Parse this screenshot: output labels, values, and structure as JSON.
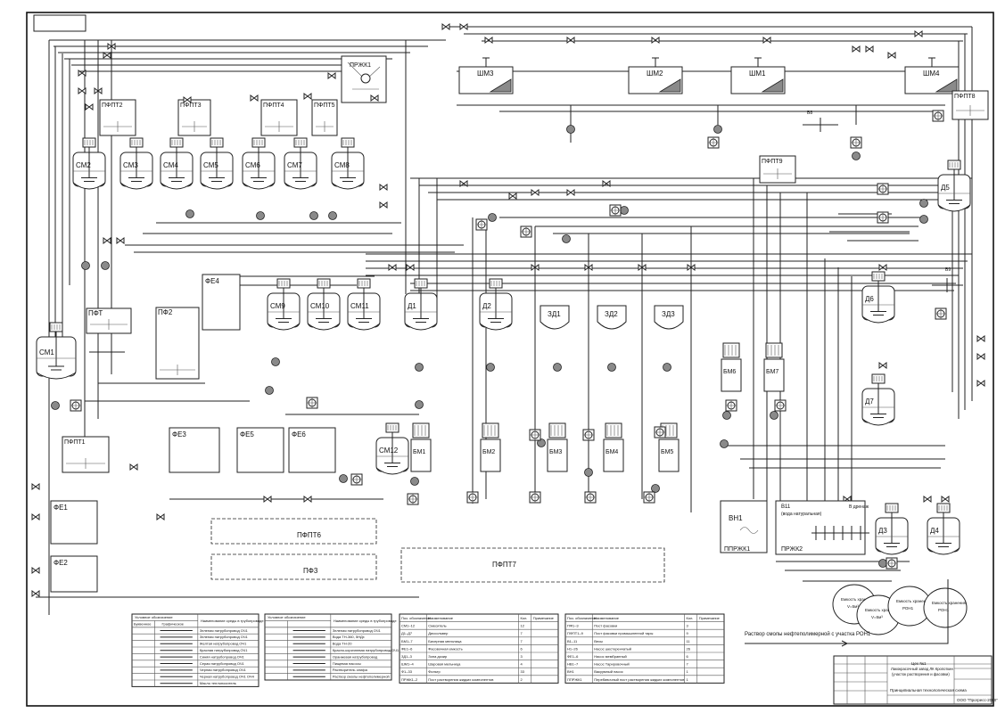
{
  "reactors": [
    {
      "id": "CM2",
      "label": "СМ2"
    },
    {
      "id": "CM3",
      "label": "СМ3"
    },
    {
      "id": "CM4",
      "label": "СМ4"
    },
    {
      "id": "CM5",
      "label": "СМ5"
    },
    {
      "id": "CM6",
      "label": "СМ6"
    },
    {
      "id": "CM7",
      "label": "СМ7"
    },
    {
      "id": "CM8",
      "label": "СМ8"
    },
    {
      "id": "CM9",
      "label": "СМ9"
    },
    {
      "id": "CM10",
      "label": "СМ10"
    },
    {
      "id": "CM11",
      "label": "СМ11"
    },
    {
      "id": "D1",
      "label": "Д1"
    },
    {
      "id": "D2",
      "label": "Д2"
    },
    {
      "id": "CM1",
      "label": "СМ1"
    },
    {
      "id": "CM12",
      "label": "СМ12"
    },
    {
      "id": "D6",
      "label": "Д6"
    },
    {
      "id": "D7",
      "label": "Д7"
    },
    {
      "id": "D3",
      "label": "Д3"
    },
    {
      "id": "D4",
      "label": "Д4"
    },
    {
      "id": "D5",
      "label": "Д5"
    }
  ],
  "bead_mills": [
    {
      "id": "SHM3",
      "label": "ШМ3"
    },
    {
      "id": "SHM2",
      "label": "ШМ2"
    },
    {
      "id": "SHM1",
      "label": "ШМ1"
    },
    {
      "id": "SHM4",
      "label": "ШМ4"
    }
  ],
  "mills": [
    {
      "id": "BM1",
      "label": "БМ1"
    },
    {
      "id": "BM2",
      "label": "БМ2"
    },
    {
      "id": "BM3",
      "label": "БМ3"
    },
    {
      "id": "BM4",
      "label": "БМ4"
    },
    {
      "id": "BM5",
      "label": "БМ5"
    },
    {
      "id": "BM6",
      "label": "БМ6"
    },
    {
      "id": "BM7",
      "label": "БМ7"
    }
  ],
  "tanks": [
    {
      "id": "ZD1",
      "label": "ЗД1"
    },
    {
      "id": "ZD2",
      "label": "ЗД2"
    },
    {
      "id": "ZD3",
      "label": "ЗД3"
    }
  ],
  "platforms": [
    {
      "id": "PFPT2",
      "label": "ПФПТ2"
    },
    {
      "id": "PFPT3",
      "label": "ПФПТ3"
    },
    {
      "id": "PFPT4",
      "label": "ПФПТ4"
    },
    {
      "id": "PFPT5",
      "label": "ПФПТ5"
    },
    {
      "id": "PFPT9",
      "label": "ПФПТ9"
    },
    {
      "id": "PFPT8",
      "label": "ПФПТ8"
    },
    {
      "id": "PFPT1",
      "label": "ПФПТ1"
    },
    {
      "id": "PFT",
      "label": "ПФТ"
    },
    {
      "id": "PF2",
      "label": "ПФ2"
    },
    {
      "id": "PFPT6",
      "label": "ПФПТ6"
    },
    {
      "id": "PF3",
      "label": "ПФ3"
    },
    {
      "id": "PFPT7",
      "label": "ПФПТ7"
    }
  ],
  "containers": [
    {
      "id": "FE1",
      "label": "ФЕ1"
    },
    {
      "id": "FE2",
      "label": "ФЕ2"
    },
    {
      "id": "FE3",
      "label": "ФЕ3"
    },
    {
      "id": "FE4",
      "label": "ФЕ4"
    },
    {
      "id": "FE5",
      "label": "ФЕ5"
    },
    {
      "id": "FE6",
      "label": "ФЕ6"
    }
  ],
  "equipment": {
    "prjk1": "ПРЖК1",
    "prjk1_bot": "ППРЖК1",
    "prjk2": "ПРЖК2",
    "vn1": "ВН1",
    "v11": "В11",
    "v11_note": "(вода натуральная)",
    "v8": "В8",
    "v9": "В9",
    "drain": "В дренаж"
  },
  "storage_tanks": [
    {
      "label": "Емкость хранения",
      "sub": "V=5м³",
      "id": "1"
    },
    {
      "label": "Емкость хранения",
      "sub": "V=5м³",
      "id": "2"
    },
    {
      "label": "Емкость хранения",
      "sub": "РОН1",
      "id": "3"
    },
    {
      "label": "Емкость хранения",
      "sub": "РОН1",
      "id": "4"
    }
  ],
  "note": "Раствор смолы нефтеполимерной с участка РОН1",
  "legend1": {
    "headers": [
      "Условное обозначение",
      "Наименование среды в трубопроводе"
    ],
    "sub_headers": [
      "Буквенное",
      "Графическое"
    ],
    "rows": [
      "Зеленая натрубопровод ОЧ1",
      "Зеленая натрубопровод ОЧ1",
      "Желтая натрубопровод ОЧ1",
      "Красная натрубопровод ОЧ1",
      "Синяя натрубопровод ОЧ1",
      "Серая натрубопровод ОЧ1",
      "Черная натрубопровод ОЧ1",
      "Черная натрубопровод ОЧ1 ОЧ4",
      "Масло теплоноситель"
    ]
  },
  "legend2": {
    "headers": [
      "Условное обозначение",
      "Наименование среды в трубопроводе"
    ],
    "rows": [
      "Зеленая натрубопровод ОЧ1",
      "Вода ТН-360, 5НДх",
      "Вода ТН-20",
      "Красно-коричневая натрубопровод ОЧ1",
      "Оранжевая натрубопровод",
      "Пищевая насосы",
      "Растворитель олифа",
      "Раствор смолы нефтеполимерной"
    ]
  },
  "spec1": {
    "headers": [
      "Поз. обозначение",
      "Наименование",
      "Кол.",
      "Примечание"
    ],
    "rows": [
      [
        "СМ1–12",
        "Смеситель",
        "12",
        ""
      ],
      [
        "Д1–Д7",
        "Диссольвер",
        "7",
        ""
      ],
      [
        "БМ1–7",
        "Бисерная мельница",
        "7",
        ""
      ],
      [
        "ФЕ1–6",
        "Фасовочная емкость",
        "6",
        ""
      ],
      [
        "ЗД1–3",
        "Зона дозир",
        "3",
        ""
      ],
      [
        "ШМ1–4",
        "Шаровая мельница",
        "4",
        ""
      ],
      [
        "Ф1–33",
        "Фильтр",
        "33",
        ""
      ],
      [
        "ПРЖК1–2",
        "Пост растворения жидких компонентов",
        "2",
        ""
      ]
    ]
  },
  "spec2": {
    "headers": [
      "Поз. обозначение",
      "Наименование",
      "Кол.",
      "Примечание"
    ],
    "rows": [
      [
        "ПФ1–3",
        "Пост фасовки",
        "3",
        ""
      ],
      [
        "ПФПТ1–9",
        "Пост фасовки промышленной тары",
        "9",
        ""
      ],
      [
        "В1–11",
        "Весы",
        "11",
        ""
      ],
      [
        "Н1–26",
        "Насос шестеренчатый",
        "26",
        ""
      ],
      [
        "ФЕ1–6",
        "Насос мембранный",
        "6",
        ""
      ],
      [
        "НВ1–7",
        "Насос Тарировочный",
        "7",
        ""
      ],
      [
        "ВН1",
        "Вакуумный насос",
        "1",
        ""
      ],
      [
        "ППРЖК1",
        "Перебивочный пост растворения жидких компонентов",
        "1",
        ""
      ]
    ]
  },
  "title_block": {
    "line1": "Цех №1",
    "line2": "Лакокрасочный завод ЛК Кропоткин",
    "line3": "(участок растворения и фасовки)",
    "title": "Принципиальная технологическая схема",
    "org": "ООО \"Прогресс-2000\""
  }
}
